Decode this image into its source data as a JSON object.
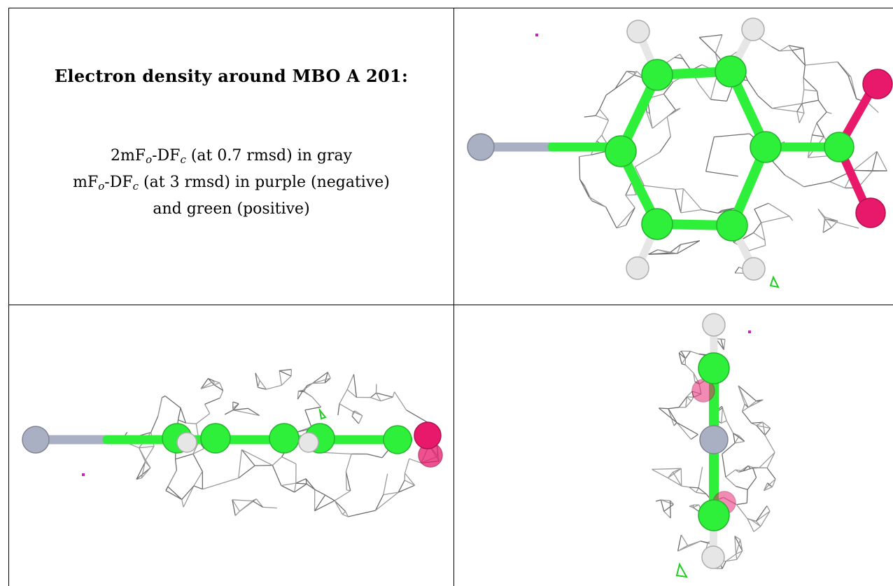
{
  "panel_text": {
    "title": "Electron density around MBO A 201:",
    "line1": {
      "pre": "2mF",
      "sub1": "o",
      "mid": "-DF",
      "sub2": "c",
      "post": " (at 0.7 rmsd) in gray"
    },
    "line2": {
      "pre": "mF",
      "sub1": "o",
      "mid": "-DF",
      "sub2": "c",
      "post": " (at 3 rmsd) in purple (negative)"
    },
    "line3": "and green (positive)"
  },
  "colors": {
    "carbon": "#2ef03a",
    "oxygen": "#e8186a",
    "hydrogen": "#e6e6e6",
    "bromine": "#aab0c4",
    "mesh": "#9a9a9a",
    "negative_density": "#d020c0",
    "positive_density": "#22cc22",
    "grid_line": "#000000"
  },
  "views": [
    {
      "name": "top-view",
      "orientation": "face-on"
    },
    {
      "name": "side-view",
      "orientation": "edge-on"
    },
    {
      "name": "end-view",
      "orientation": "end-on"
    }
  ]
}
